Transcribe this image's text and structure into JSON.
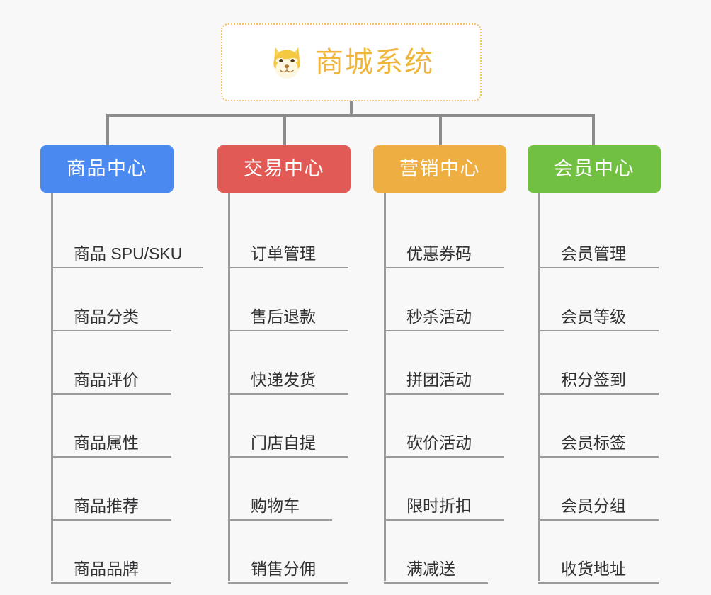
{
  "background_color": "#f8f8f8",
  "root": {
    "icon": "shiba-dog-face-icon",
    "title": "商城系统",
    "border_color": "#f5c46a",
    "text_color": "#f0b63c",
    "fill_color": "#ffffff"
  },
  "connector_color": "#8c8c8c",
  "leaf_line_color": "#9a9a9a",
  "leaf_text_color": "#303133",
  "columns": [
    {
      "header": "商品中心",
      "color": "#4a8af0",
      "items": [
        "商品 SPU/SKU",
        "商品分类",
        "商品评价",
        "商品属性",
        "商品推荐",
        "商品品牌"
      ]
    },
    {
      "header": "交易中心",
      "color": "#e25a55",
      "items": [
        "订单管理",
        "售后退款",
        "快递发货",
        "门店自提",
        "购物车",
        "销售分佣"
      ]
    },
    {
      "header": "营销中心",
      "color": "#eeae41",
      "items": [
        "优惠券码",
        "秒杀活动",
        "拼团活动",
        "砍价活动",
        "限时折扣",
        "满减送"
      ]
    },
    {
      "header": "会员中心",
      "color": "#72c042",
      "items": [
        "会员管理",
        "会员等级",
        "积分签到",
        "会员标签",
        "会员分组",
        "收货地址"
      ]
    }
  ]
}
